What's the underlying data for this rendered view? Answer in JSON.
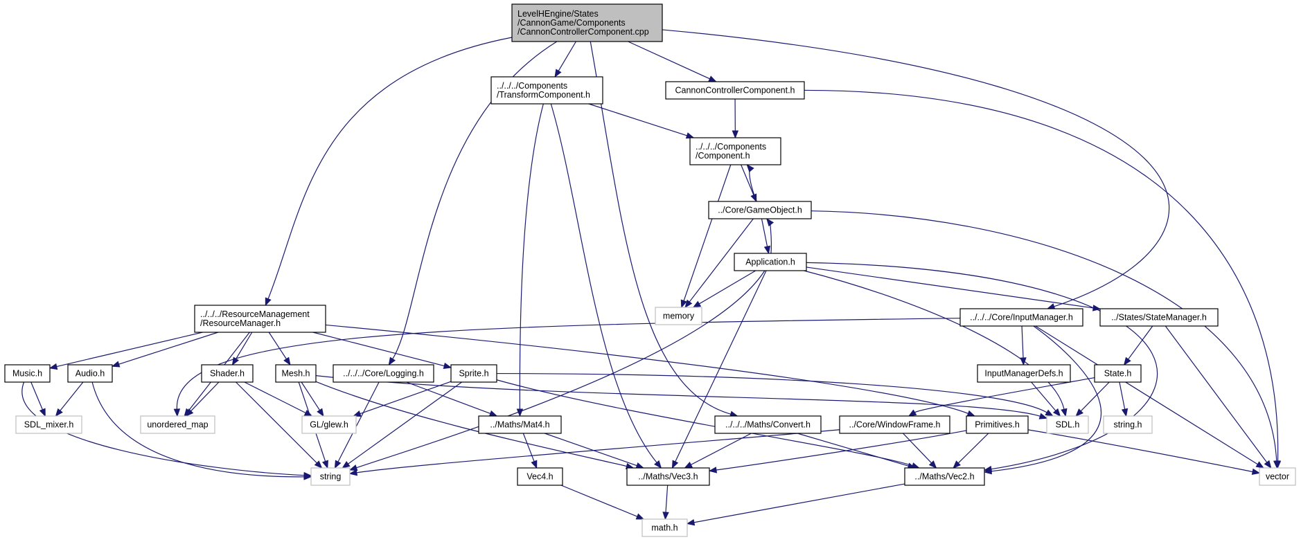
{
  "colors": {
    "edge": "#191970",
    "root_fill": "#bfbfbf",
    "node_border": "#000000",
    "external_border": "#bfbfbf"
  },
  "nodes": [
    {
      "id": "root",
      "lines": [
        "LevelHEngine/States",
        "/CannonGame/Components",
        "/CannonControllerComponent.cpp"
      ],
      "kind": "root"
    },
    {
      "id": "transform",
      "lines": [
        "../../../Components",
        "/TransformComponent.h"
      ],
      "kind": "file"
    },
    {
      "id": "cannonh",
      "lines": [
        "CannonControllerComponent.h"
      ],
      "kind": "file"
    },
    {
      "id": "component",
      "lines": [
        "../../../Components",
        "/Component.h"
      ],
      "kind": "file"
    },
    {
      "id": "gameobject",
      "lines": [
        "../Core/GameObject.h"
      ],
      "kind": "file"
    },
    {
      "id": "application",
      "lines": [
        "Application.h"
      ],
      "kind": "file"
    },
    {
      "id": "memory",
      "lines": [
        "memory"
      ],
      "kind": "external"
    },
    {
      "id": "resmgr",
      "lines": [
        "../../../ResourceManagement",
        "/ResourceManager.h"
      ],
      "kind": "file"
    },
    {
      "id": "inputmgr",
      "lines": [
        "../../../Core/InputManager.h"
      ],
      "kind": "file"
    },
    {
      "id": "statemgr",
      "lines": [
        "../States/StateManager.h"
      ],
      "kind": "file"
    },
    {
      "id": "music",
      "lines": [
        "Music.h"
      ],
      "kind": "file"
    },
    {
      "id": "audio",
      "lines": [
        "Audio.h"
      ],
      "kind": "file"
    },
    {
      "id": "shader",
      "lines": [
        "Shader.h"
      ],
      "kind": "file"
    },
    {
      "id": "mesh",
      "lines": [
        "Mesh.h"
      ],
      "kind": "file"
    },
    {
      "id": "logging",
      "lines": [
        "../../../Core/Logging.h"
      ],
      "kind": "file"
    },
    {
      "id": "sprite",
      "lines": [
        "Sprite.h"
      ],
      "kind": "file"
    },
    {
      "id": "inputdefs",
      "lines": [
        "InputManagerDefs.h"
      ],
      "kind": "file"
    },
    {
      "id": "state",
      "lines": [
        "State.h"
      ],
      "kind": "file"
    },
    {
      "id": "sdlmixer",
      "lines": [
        "SDL_mixer.h"
      ],
      "kind": "external"
    },
    {
      "id": "umap",
      "lines": [
        "unordered_map"
      ],
      "kind": "external"
    },
    {
      "id": "glew",
      "lines": [
        "GL/glew.h"
      ],
      "kind": "external"
    },
    {
      "id": "mat4",
      "lines": [
        "../Maths/Mat4.h"
      ],
      "kind": "file"
    },
    {
      "id": "convert",
      "lines": [
        "../../../Maths/Convert.h"
      ],
      "kind": "file"
    },
    {
      "id": "windowframe",
      "lines": [
        "../Core/WindowFrame.h"
      ],
      "kind": "file"
    },
    {
      "id": "primitives",
      "lines": [
        "Primitives.h"
      ],
      "kind": "file"
    },
    {
      "id": "sdl",
      "lines": [
        "SDL.h"
      ],
      "kind": "external"
    },
    {
      "id": "stringh",
      "lines": [
        "string.h"
      ],
      "kind": "external"
    },
    {
      "id": "string",
      "lines": [
        "string"
      ],
      "kind": "external"
    },
    {
      "id": "vec4",
      "lines": [
        "Vec4.h"
      ],
      "kind": "file"
    },
    {
      "id": "vec3",
      "lines": [
        "../Maths/Vec3.h"
      ],
      "kind": "file"
    },
    {
      "id": "vec2",
      "lines": [
        "../Maths/Vec2.h"
      ],
      "kind": "file"
    },
    {
      "id": "vector",
      "lines": [
        "vector"
      ],
      "kind": "external"
    },
    {
      "id": "math",
      "lines": [
        "math.h"
      ],
      "kind": "external"
    }
  ],
  "edges": [
    [
      "root",
      "transform"
    ],
    [
      "root",
      "cannonh"
    ],
    [
      "root",
      "resmgr"
    ],
    [
      "root",
      "logging"
    ],
    [
      "root",
      "convert"
    ],
    [
      "root",
      "inputmgr"
    ],
    [
      "transform",
      "component"
    ],
    [
      "transform",
      "mat4"
    ],
    [
      "transform",
      "vec3"
    ],
    [
      "cannonh",
      "component"
    ],
    [
      "cannonh",
      "vector"
    ],
    [
      "component",
      "gameobject"
    ],
    [
      "component",
      "memory"
    ],
    [
      "gameobject",
      "component"
    ],
    [
      "gameobject",
      "application"
    ],
    [
      "gameobject",
      "memory"
    ],
    [
      "gameobject",
      "vector"
    ],
    [
      "application",
      "gameobject"
    ],
    [
      "application",
      "memory"
    ],
    [
      "application",
      "statemgr"
    ],
    [
      "application",
      "vec2"
    ],
    [
      "application",
      "sdl"
    ],
    [
      "application",
      "vec3"
    ],
    [
      "application",
      "string"
    ],
    [
      "resmgr",
      "music"
    ],
    [
      "resmgr",
      "audio"
    ],
    [
      "resmgr",
      "shader"
    ],
    [
      "resmgr",
      "mesh"
    ],
    [
      "resmgr",
      "sprite"
    ],
    [
      "resmgr",
      "umap"
    ],
    [
      "resmgr",
      "primitives"
    ],
    [
      "inputmgr",
      "inputdefs"
    ],
    [
      "inputmgr",
      "umap"
    ],
    [
      "inputmgr",
      "vec2"
    ],
    [
      "inputmgr",
      "vector"
    ],
    [
      "statemgr",
      "state"
    ],
    [
      "statemgr",
      "vector"
    ],
    [
      "music",
      "sdlmixer"
    ],
    [
      "music",
      "string"
    ],
    [
      "audio",
      "sdlmixer"
    ],
    [
      "audio",
      "string"
    ],
    [
      "shader",
      "umap"
    ],
    [
      "shader",
      "glew"
    ],
    [
      "shader",
      "string"
    ],
    [
      "mesh",
      "glew"
    ],
    [
      "mesh",
      "string"
    ],
    [
      "mesh",
      "vec3"
    ],
    [
      "mesh",
      "sdl"
    ],
    [
      "logging",
      "string"
    ],
    [
      "logging",
      "mat4"
    ],
    [
      "sprite",
      "glew"
    ],
    [
      "sprite",
      "string"
    ],
    [
      "sprite",
      "sdl"
    ],
    [
      "sprite",
      "vec2"
    ],
    [
      "inputdefs",
      "sdl"
    ],
    [
      "state",
      "sdl"
    ],
    [
      "state",
      "stringh"
    ],
    [
      "state",
      "windowframe"
    ],
    [
      "mat4",
      "vec4"
    ],
    [
      "mat4",
      "vec3"
    ],
    [
      "convert",
      "vec3"
    ],
    [
      "convert",
      "vec2"
    ],
    [
      "windowframe",
      "vec2"
    ],
    [
      "windowframe",
      "string"
    ],
    [
      "primitives",
      "vec3"
    ],
    [
      "primitives",
      "vec2"
    ],
    [
      "primitives",
      "vector"
    ],
    [
      "vec4",
      "math"
    ],
    [
      "vec3",
      "math"
    ],
    [
      "vec2",
      "math"
    ]
  ]
}
